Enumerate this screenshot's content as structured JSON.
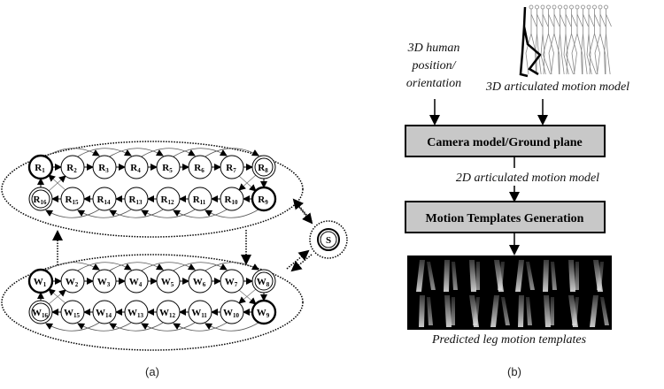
{
  "panel_a": {
    "caption": "(a)",
    "run_group": {
      "prefix": "R",
      "top_row": [
        "1",
        "2",
        "3",
        "4",
        "5",
        "6",
        "7",
        "8"
      ],
      "bottom_row": [
        "16",
        "15",
        "14",
        "13",
        "12",
        "11",
        "10",
        "9"
      ],
      "bold_states": [
        "1",
        "9"
      ],
      "double_states": [
        "8",
        "16"
      ]
    },
    "walk_group": {
      "prefix": "W",
      "top_row": [
        "1",
        "2",
        "3",
        "4",
        "5",
        "6",
        "7",
        "8"
      ],
      "bottom_row": [
        "16",
        "15",
        "14",
        "13",
        "12",
        "11",
        "10",
        "9"
      ],
      "bold_states": [
        "1",
        "9"
      ],
      "double_states": [
        "8",
        "16"
      ]
    },
    "start_state": "S"
  },
  "panel_b": {
    "caption": "(b)",
    "input_left": [
      "3D human",
      "position/",
      "orientation"
    ],
    "input_right": "3D articulated motion model",
    "box1": "Camera model/Ground plane",
    "intermediate": "2D articulated motion model",
    "box2": "Motion Templates Generation",
    "output": "Predicted leg motion templates",
    "box_fill": "#c8c8c8"
  }
}
